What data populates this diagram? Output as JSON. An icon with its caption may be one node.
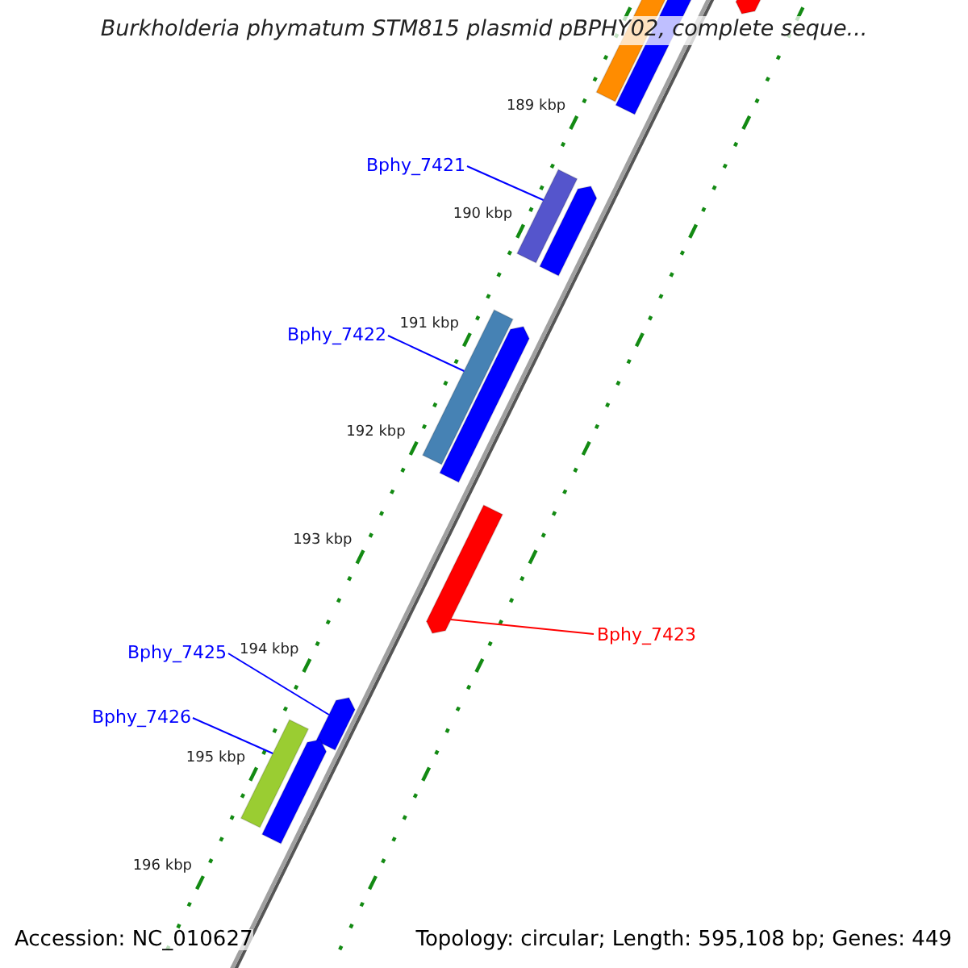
{
  "diagram": {
    "title": "Burkholderia phymatum STM815 plasmid pBPHY02, complete seque...",
    "nodes": [
      {
        "text": [],
        "shape": "bar"
      },
      {
        "text": [],
        "shape": "bar"
      },
      {
        "text": [],
        "shape": "bar"
      },
      {
        "text": [
          "Bphy_7421"
        ]
      },
      {
        "text": [],
        "shape": "bar"
      },
      {
        "text": [],
        "shape": "bar"
      },
      {
        "text": [
          "Bphy_7422"
        ]
      },
      {
        "text": [],
        "shape": "bar"
      },
      {
        "text": [],
        "shape": "bar"
      },
      {
        "text": [],
        "shape": "bar"
      },
      {
        "text": [
          "Bphy_7423"
        ]
      },
      {
        "text": [
          "Bphy_7425"
        ]
      },
      {
        "text": [],
        "shape": "bar"
      },
      {
        "text": [
          "Bphy_7426"
        ]
      },
      {
        "text": [],
        "shape": "bar"
      },
      {
        "text": [],
        "shape": "bar"
      }
    ],
    "edges": [
      {
        "from": 3,
        "to": 4,
        "arrow": "none"
      },
      {
        "from": 6,
        "to": 7,
        "arrow": "none"
      },
      {
        "from": 10,
        "to": 9,
        "arrow": "none",
        "color": "#ff0000"
      },
      {
        "from": 11,
        "to": 12,
        "arrow": "none"
      },
      {
        "from": 13,
        "to": 14,
        "arrow": "none"
      }
    ],
    "labels": [
      "189 kbp",
      "190 kbp",
      "191 kbp",
      "192 kbp",
      "193 kbp",
      "194 kbp",
      "195 kbp",
      "196 kbp",
      "Accession: NC_010627",
      "Topology: circular; Length: 595,108 bp; Genes: 449"
    ]
  }
}
